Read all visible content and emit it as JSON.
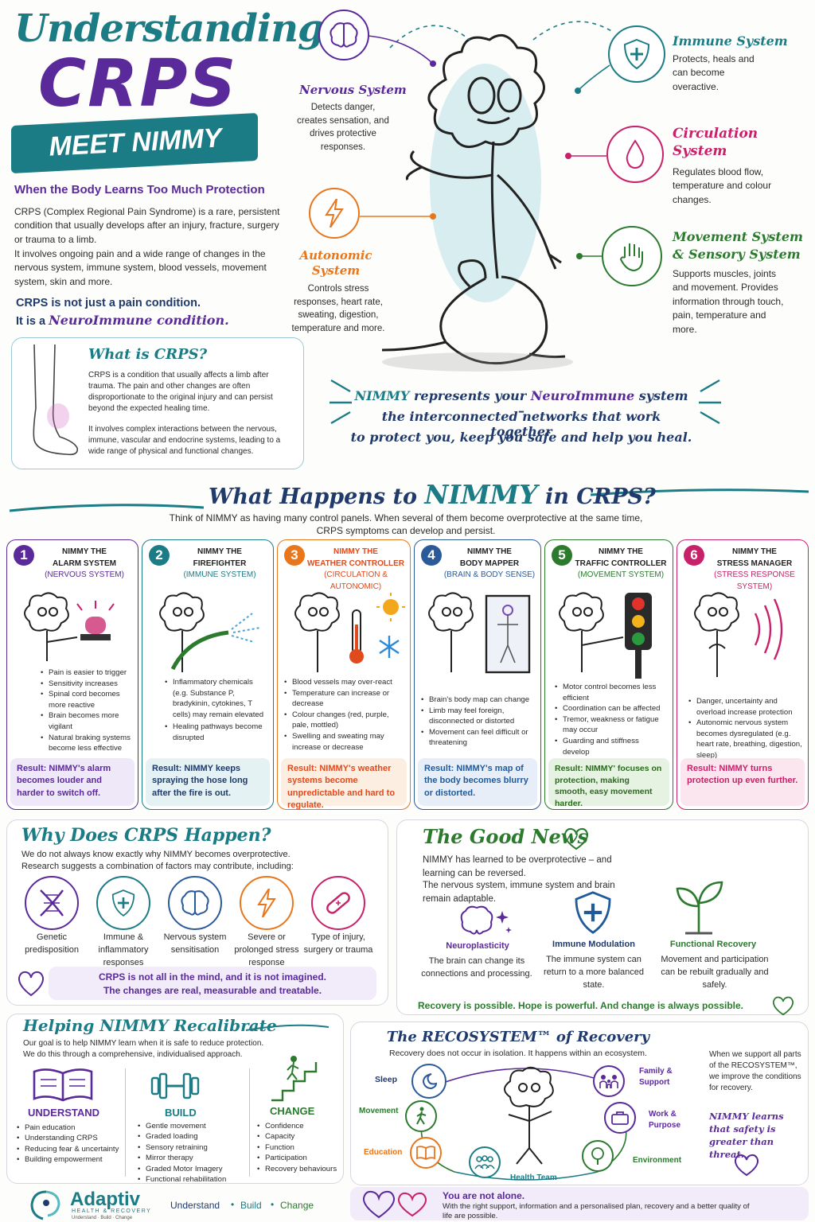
{
  "title": {
    "line1": "Understanding",
    "line2": "CRPS",
    "banner": "MEET NIMMY"
  },
  "intro": {
    "heading": "When the Body Learns Too Much Protection",
    "p1": "CRPS (Complex Regional Pain Syndrome) is a rare, persistent condition that usually develops after an injury, fracture, surgery or trauma to a limb.",
    "p2": "It involves ongoing pain and a wide range of changes in the nervous system, immune system, blood vessels, movement system, skin and more.",
    "tag1": "CRPS is not just a pain condition.",
    "tag2a": "It is a ",
    "tag2b": "NeuroImmune condition."
  },
  "what_is": {
    "heading": "What is CRPS?",
    "p1": "CRPS is a condition that usually affects a limb after trauma. The pain and other changes are often disproportionate to the original injury and can persist beyond the expected healing time.",
    "p2": "It involves complex interactions between the nervous, immune, vascular and endocrine systems, leading to a wide range of physical and functional changes."
  },
  "systems": {
    "nervous": {
      "title": "Nervous System",
      "desc": "Detects danger, creates sensation, and drives protective responses."
    },
    "autonomic": {
      "title1": "Autonomic",
      "title2": "System",
      "desc": "Controls stress responses, heart rate, sweating, digestion, temperature and more."
    },
    "immune": {
      "title": "Immune System",
      "desc": "Protects, heals and can become overactive."
    },
    "circulation": {
      "title1": "Circulation",
      "title2": "System",
      "desc": "Regulates blood flow, temperature and colour changes."
    },
    "movement": {
      "title1": "Movement System",
      "title2": "& Sensory System",
      "desc": "Supports muscles, joints and movement. Provides information through touch, pain, temperature and more."
    }
  },
  "nimmy_statement": {
    "a": "NIMMY",
    "b": " represents your ",
    "c": "NeuroImmune",
    "d": " system –",
    "line2": "the interconnected networks that work together",
    "line3": "to protect you, keep you safe and help you heal."
  },
  "what_happens": {
    "heading_a": "What Happens to ",
    "heading_b": "NIMMY",
    "heading_c": " in CRPS?",
    "intro1": "Think of NIMMY as having many control panels. When several of them become overprotective at the same time,",
    "intro2": "CRPS symptoms can develop and persist."
  },
  "panels": [
    {
      "num": "1",
      "t1": "NIMMY THE",
      "t2": "ALARM SYSTEM",
      "sub": "(NERVOUS SYSTEM)",
      "color": "#5a2a9a",
      "bullets": [
        "Pain is easier to trigger",
        "Sensitivity increases",
        "Spinal cord becomes more reactive",
        "Brain becomes more vigilant",
        "Natural braking systems become less effective"
      ],
      "result": "Result: NIMMY's alarm becomes louder and harder to switch off."
    },
    {
      "num": "2",
      "t1": "NIMMY THE",
      "t2": "FIREFIGHTER",
      "sub": "(IMMUNE SYSTEM)",
      "color": "#1c7c86",
      "bullets": [
        "Inflammatory chemicals (e.g. Substance P, bradykinin, cytokines, T cells) may remain elevated",
        "Healing pathways become disrupted"
      ],
      "result": "Result: NIMMY keeps spraying the hose long after the fire is out."
    },
    {
      "num": "3",
      "t1": "NIMMY THE",
      "t2": "WEATHER CONTROLLER",
      "sub": "(CIRCULATION & AUTONOMIC)",
      "color": "#e8761c",
      "bullets": [
        "Blood vessels may over-react",
        "Temperature can increase or decrease",
        "Colour changes (red, purple, pale, mottled)",
        "Swelling and sweating may increase or decrease"
      ],
      "result": "Result: NIMMY's weather systems become unpredictable and hard to regulate."
    },
    {
      "num": "4",
      "t1": "NIMMY THE",
      "t2": "BODY MAPPER",
      "sub": "(BRAIN & BODY SENSE)",
      "color": "#2b5a9a",
      "bullets": [
        "Brain's body map can change",
        "Limb may feel foreign, disconnected or distorted",
        "Movement can feel difficult or threatening"
      ],
      "result": "Result: NIMMY's map of the body becomes blurry or distorted."
    },
    {
      "num": "5",
      "t1": "NIMMY THE",
      "t2": "TRAFFIC CONTROLLER",
      "sub": "(MOVEMENT SYSTEM)",
      "color": "#2b7a2e",
      "bullets": [
        "Motor control becomes less efficient",
        "Coordination can be affected",
        "Tremor, weakness or fatigue may occur",
        "Guarding and stiffness develop"
      ],
      "result": "Result: NIMMY' focuses on protection, making smooth, easy movement harder."
    },
    {
      "num": "6",
      "t1": "NIMMY THE",
      "t2": "STRESS MANAGER",
      "sub": "(STRESS RESPONSE SYSTEM)",
      "color": "#c8216a",
      "bullets": [
        "Danger, uncertainty and overload increase protection",
        "Autonomic nervous system becomes dysregulated (e.g. heart rate, breathing, digestion, sleep)"
      ],
      "result": "Result: NIMMY turns protection up even further."
    }
  ],
  "why": {
    "heading": "Why Does CRPS Happen?",
    "p1": "We do not always know exactly why NIMMY becomes overprotective.",
    "p2": "Research suggests a combination of factors may contribute, including:",
    "factors": [
      "Genetic predisposition",
      "Immune & inflammatory responses",
      "Nervous system sensitisation",
      "Severe or prolonged stress response",
      "Type of injury, surgery or trauma"
    ],
    "note1": "CRPS is not all in the mind, and it is not imagined.",
    "note2": "The changes are real, measurable and treatable."
  },
  "good_news": {
    "heading": "The Good News",
    "p1": "NIMMY has learned to be overprotective – and learning can be reversed.",
    "p2": "The nervous system, immune system and brain remain adaptable.",
    "items": [
      {
        "title": "Neuroplasticity",
        "desc": "The brain can change its connections and processing."
      },
      {
        "title": "Immune Modulation",
        "desc": "The immune system can return to a more balanced state."
      },
      {
        "title": "Functional Recovery",
        "desc": "Movement and participation can be rebuilt gradually and safely."
      }
    ],
    "footer": "Recovery is possible. Hope is powerful. And change is always possible."
  },
  "helping": {
    "heading": "Helping NIMMY Recalibrate",
    "p1": "Our goal is to help NIMMY learn when it is safe to reduce protection.",
    "p2": "We do this through a comprehensive, individualised approach.",
    "cols": [
      {
        "title": "UNDERSTAND",
        "items": [
          "Pain education",
          "Understanding CRPS",
          "Reducing fear & uncertainty",
          "Building empowerment"
        ]
      },
      {
        "title": "BUILD",
        "items": [
          "Gentle movement",
          "Graded loading",
          "Sensory retraining",
          "Mirror therapy",
          "Graded Motor Imagery",
          "Functional rehabilitation"
        ]
      },
      {
        "title": "CHANGE",
        "items": [
          "Confidence",
          "Capacity",
          "Function",
          "Participation",
          "Recovery behaviours"
        ]
      }
    ]
  },
  "recosystem": {
    "heading": "The RECOSYSTEM™ of Recovery",
    "intro": "Recovery does not occur in isolation. It happens within an ecosystem.",
    "nodes": {
      "sleep": "Sleep",
      "movement": "Movement",
      "education": "Education",
      "health": "Health Team",
      "environment": "Environment",
      "work1": "Work &",
      "work2": "Purpose",
      "family1": "Family &",
      "family2": "Support"
    },
    "side": "When we support all parts of the RECOSYSTEM™, we improve the conditions for recovery.",
    "side_em": "NIMMY learns that safety is greater than threat."
  },
  "footer": {
    "brand": "Adaptiv",
    "brand_sub": "HEALTH & RECOVERY",
    "brand_tag": "Understand · Build · Change",
    "w1": "Understand",
    "w2": "Build",
    "w3": "Change",
    "alone": "You are not alone.",
    "alone_text": "With the right support, information and a personalised plan, recovery and a better quality of life are possible."
  },
  "colors": {
    "teal": "#1c7c86",
    "purple": "#5a2a9a",
    "navy": "#1f3a6b",
    "orange": "#e8761c",
    "pink": "#c8216a",
    "green": "#2b7a2e"
  }
}
